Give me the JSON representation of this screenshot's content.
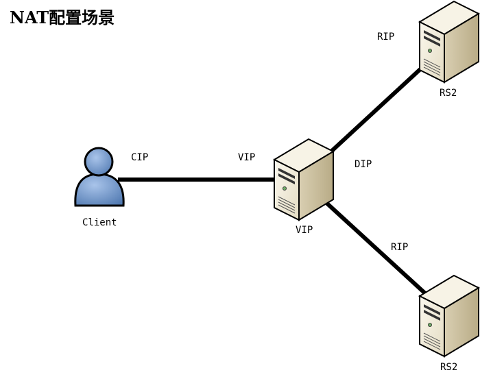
{
  "title": "NAT配置场景",
  "nodes": {
    "client": {
      "label": "Client"
    },
    "director": {
      "label": "VIP"
    },
    "rs_top": {
      "label": "RS2"
    },
    "rs_bottom": {
      "label": "RS2"
    }
  },
  "edges": {
    "client_director": {
      "left_label": "CIP",
      "right_label": "VIP"
    },
    "director_rs_top": {
      "dip_label": "DIP",
      "rip_label": "RIP"
    },
    "director_rs_bottom": {
      "rip_label": "RIP"
    }
  },
  "icons": {
    "client": "user-icon",
    "server": "server-icon"
  },
  "colors": {
    "link": "#000000",
    "server_body": "#f3efe0",
    "server_side": "#d8ceb0",
    "user_fill": "#6b93c9"
  }
}
